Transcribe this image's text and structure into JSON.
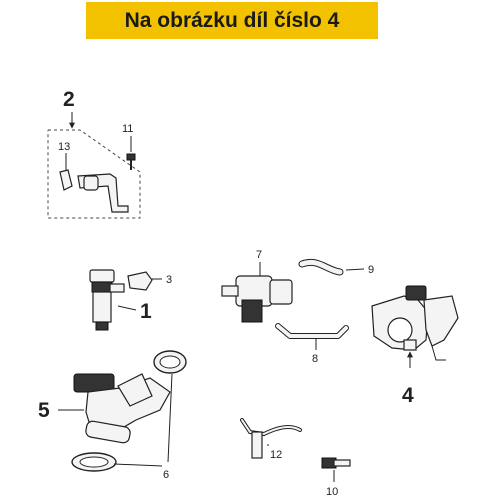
{
  "header": {
    "title": "Na obrázku díl číslo 4"
  },
  "labels": {
    "l1": "1",
    "l2": "2",
    "l3": "3",
    "l4": "4",
    "l5": "5",
    "l6": "6",
    "l7": "7",
    "l8": "8",
    "l9": "9",
    "l10": "10",
    "l11": "11",
    "l12": "12",
    "l13": "13"
  },
  "colors": {
    "banner": "#f2c200",
    "text": "#1a1a1a"
  }
}
